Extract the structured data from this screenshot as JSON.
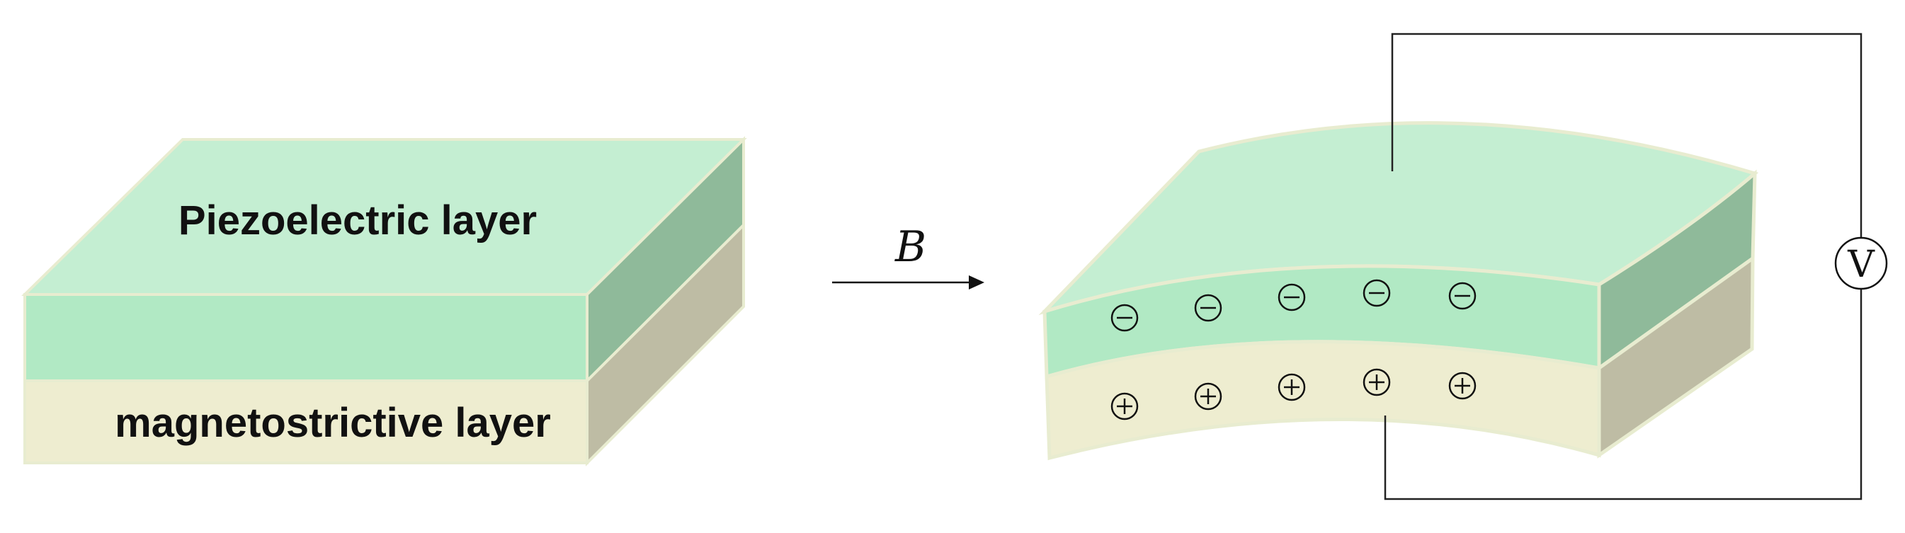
{
  "labels": {
    "piezo_layer": "Piezoelectric layer",
    "magneto_layer": "magnetostrictive layer",
    "field": "B",
    "voltmeter": "V"
  },
  "colors": {
    "piezo_top": "#c4eed2",
    "piezo_front": "#b1e9c4",
    "piezo_side": "#8fba9a",
    "magneto_front": "#eeedd0",
    "magneto_side": "#bebca4",
    "edge": "#e8ecd0",
    "wire": "#222222"
  },
  "charges": {
    "negative_count": 5,
    "positive_count": 5,
    "negative_symbol": "minus",
    "positive_symbol": "plus"
  }
}
